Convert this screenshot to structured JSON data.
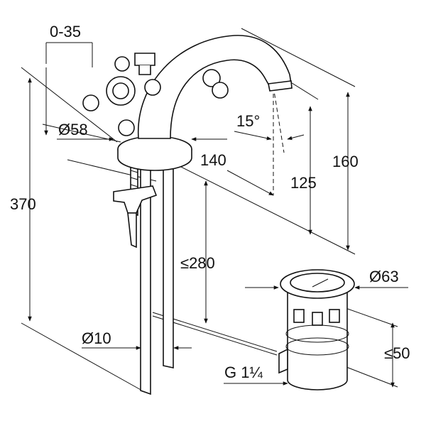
{
  "dimensions": {
    "offset_range": "0-35",
    "base_diameter": "Ø58",
    "spout_angle": "15°",
    "spout_reach": "140",
    "spout_height": "125",
    "total_faucet_height": "160",
    "overall_height": "370",
    "max_below_counter": "≤280",
    "drain_diameter": "Ø63",
    "rod_diameter": "Ø10",
    "drain_thread": "G 1¼",
    "drain_depth": "≤50"
  }
}
